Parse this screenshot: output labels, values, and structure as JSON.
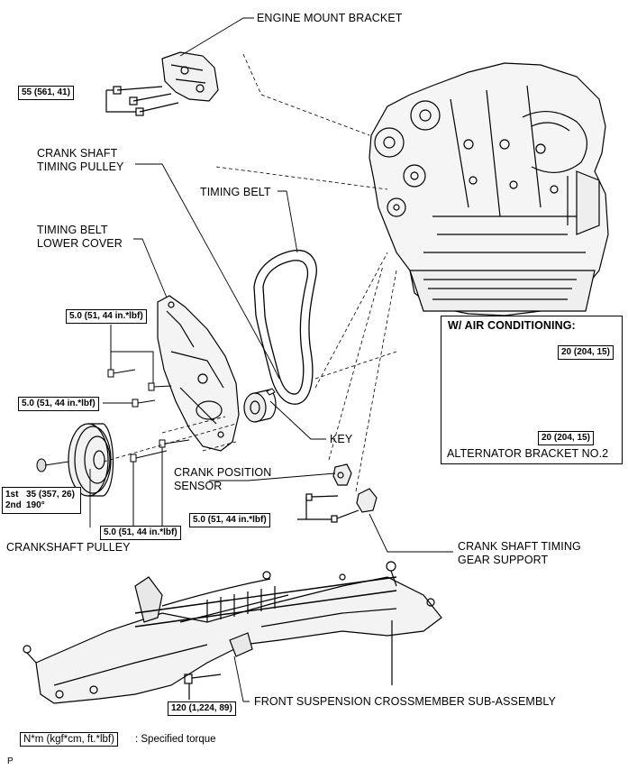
{
  "labels": {
    "engine_mount_bracket": "ENGINE MOUNT BRACKET",
    "crank_shaft_timing_pulley_1": "CRANK SHAFT",
    "crank_shaft_timing_pulley_2": "TIMING PULLEY",
    "timing_belt": "TIMING BELT",
    "timing_belt_lower_cover_1": "TIMING BELT",
    "timing_belt_lower_cover_2": "LOWER COVER",
    "key": "KEY",
    "crank_position_sensor_1": "CRANK POSITION",
    "crank_position_sensor_2": "SENSOR",
    "crankshaft_pulley": "CRANKSHAFT PULLEY",
    "crank_shaft_timing_gear_support_1": "CRANK SHAFT  TIMING",
    "crank_shaft_timing_gear_support_2": "GEAR SUPPORT",
    "front_suspension_crossmember": "FRONT SUSPENSION CROSSMEMBER SUB-ASSEMBLY",
    "ac_title": "W/ AIR CONDITIONING:",
    "alternator_bracket": "ALTERNATOR BRACKET NO.2",
    "page_marker": "P"
  },
  "torques": {
    "engine_mount": "55 (561, 41)",
    "cover_upper": "5.0 (51, 44 in.*lbf)",
    "cover_mid": "5.0 (51, 44 in.*lbf)",
    "cover_lower": "5.0 (51, 44 in.*lbf)",
    "gear_support": "5.0 (51, 44 in.*lbf)",
    "crank_bolt_1st_label": "1st",
    "crank_bolt_1st_value": "35 (357, 26)",
    "crank_bolt_2nd_label": "2nd",
    "crank_bolt_2nd_value": "190°",
    "alt_upper": "20 (204, 15)",
    "alt_lower": "20 (204, 15)",
    "crossmember": "120 (1,224, 89)"
  },
  "legend": {
    "unit": "N*m (kgf*cm, ft.*lbf)",
    "description": ": Specified torque"
  }
}
